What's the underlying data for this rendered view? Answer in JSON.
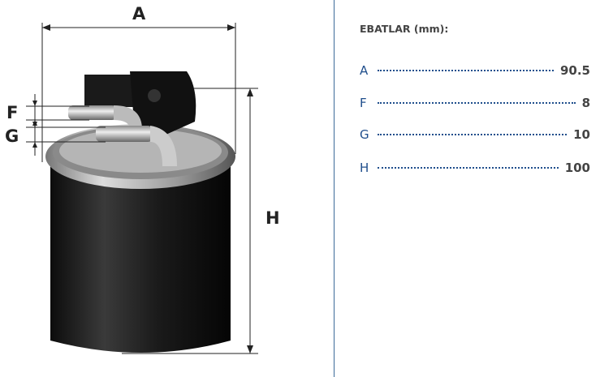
{
  "diagram": {
    "labels": {
      "a": "A",
      "f": "F",
      "g": "G",
      "h": "H"
    }
  },
  "specs": {
    "title": "EBATLAR (mm):",
    "rows": [
      {
        "key": "A",
        "value": "90.5"
      },
      {
        "key": "F",
        "value": "8"
      },
      {
        "key": "G",
        "value": "10"
      },
      {
        "key": "H",
        "value": "100"
      }
    ]
  },
  "colors": {
    "accent": "#1f4e8c",
    "value": "#444444"
  }
}
